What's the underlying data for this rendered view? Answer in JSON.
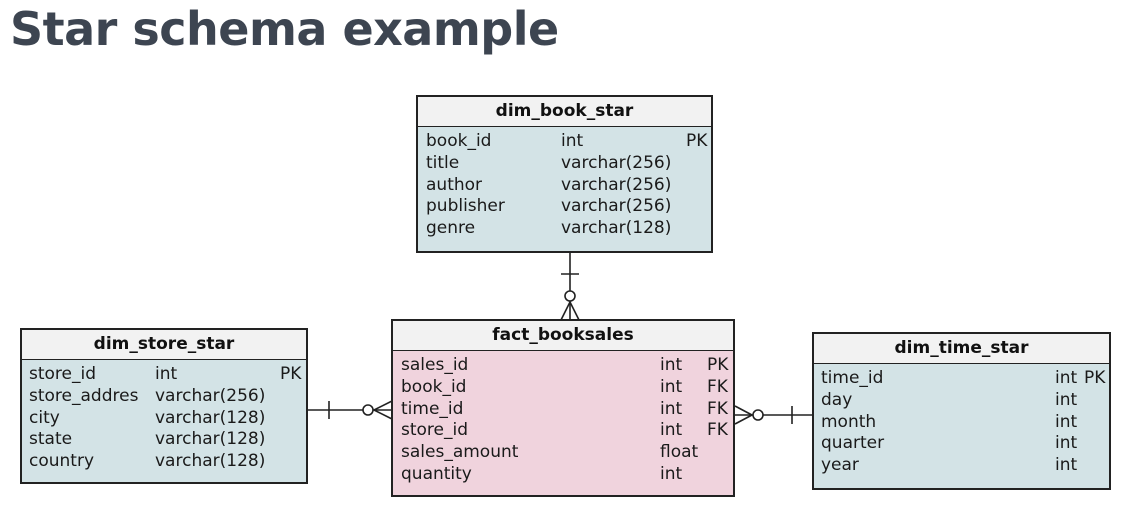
{
  "title": "Star schema example",
  "tables": {
    "dim_book_star": {
      "name": "dim_book_star",
      "rows": [
        {
          "col": "book_id",
          "type": "int",
          "key": "PK"
        },
        {
          "col": "title",
          "type": "varchar(256)",
          "key": ""
        },
        {
          "col": "author",
          "type": "varchar(256)",
          "key": ""
        },
        {
          "col": "publisher",
          "type": "varchar(256)",
          "key": ""
        },
        {
          "col": "genre",
          "type": "varchar(128)",
          "key": ""
        }
      ]
    },
    "fact_booksales": {
      "name": "fact_booksales",
      "rows": [
        {
          "col": "sales_id",
          "type": "int",
          "key": "PK"
        },
        {
          "col": "book_id",
          "type": "int",
          "key": "FK"
        },
        {
          "col": "time_id",
          "type": "int",
          "key": "FK"
        },
        {
          "col": "store_id",
          "type": "int",
          "key": "FK"
        },
        {
          "col": "sales_amount",
          "type": "float",
          "key": ""
        },
        {
          "col": "quantity",
          "type": "int",
          "key": ""
        }
      ]
    },
    "dim_store_star": {
      "name": "dim_store_star",
      "rows": [
        {
          "col": "store_id",
          "type": "int",
          "key": "PK"
        },
        {
          "col": "store_addres",
          "type": "varchar(256)",
          "key": ""
        },
        {
          "col": "city",
          "type": "varchar(128)",
          "key": ""
        },
        {
          "col": "state",
          "type": "varchar(128)",
          "key": ""
        },
        {
          "col": "country",
          "type": "varchar(128)",
          "key": ""
        }
      ]
    },
    "dim_time_star": {
      "name": "dim_time_star",
      "rows": [
        {
          "col": "time_id",
          "type": "int",
          "key": "PK"
        },
        {
          "col": "day",
          "type": "int",
          "key": ""
        },
        {
          "col": "month",
          "type": "int",
          "key": ""
        },
        {
          "col": "quarter",
          "type": "int",
          "key": ""
        },
        {
          "col": "year",
          "type": "int",
          "key": ""
        }
      ]
    }
  },
  "colors": {
    "dimension_fill": "#d3e3e6",
    "fact_fill": "#f0d3dd",
    "header_fill": "#f2f2f2",
    "title_color": "#3d4551"
  }
}
